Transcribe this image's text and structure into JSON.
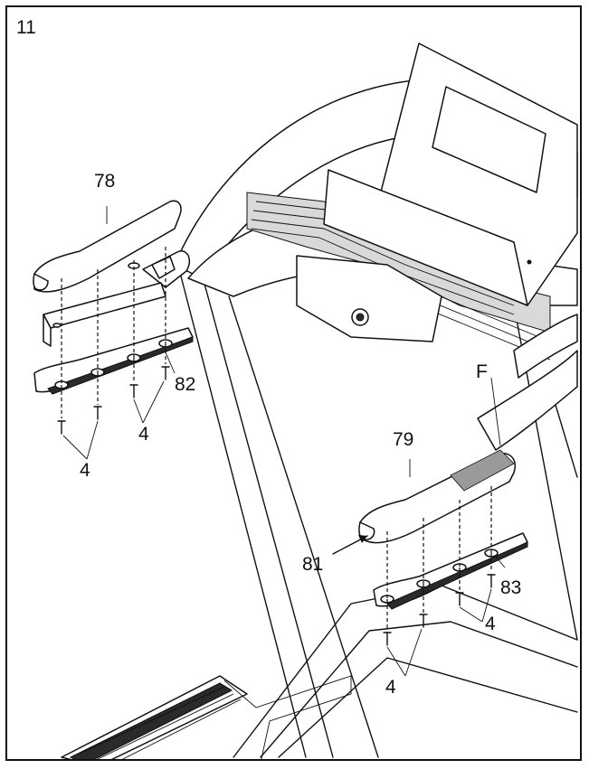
{
  "step_number": "11",
  "labels": {
    "part_78": "78",
    "part_79": "79",
    "part_81": "81",
    "part_82": "82",
    "part_83": "83",
    "part_f": "F",
    "screw_left_upper": "4",
    "screw_left_lower": "4",
    "screw_right_upper": "4",
    "screw_right_lower": "4"
  },
  "colors": {
    "line": "#111111",
    "background": "#ffffff",
    "shading": "#9a9a9a"
  }
}
